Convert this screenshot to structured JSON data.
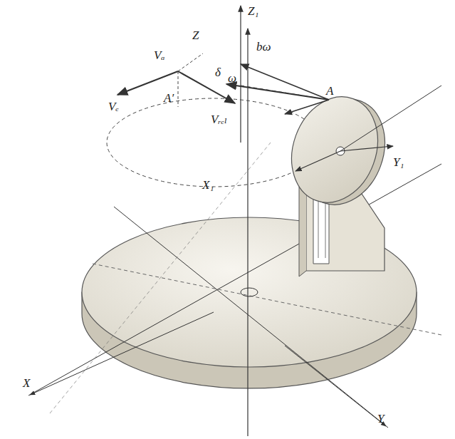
{
  "diagram": {
    "labels": [
      "Z₁",
      "Z",
      "A",
      "bω",
      "Vₐ",
      "Vₑ",
      "A′",
      "Vᵣₑₗ",
      "δ",
      "ω",
      "X₁",
      "Y₁",
      "X",
      "Y"
    ]
  }
}
